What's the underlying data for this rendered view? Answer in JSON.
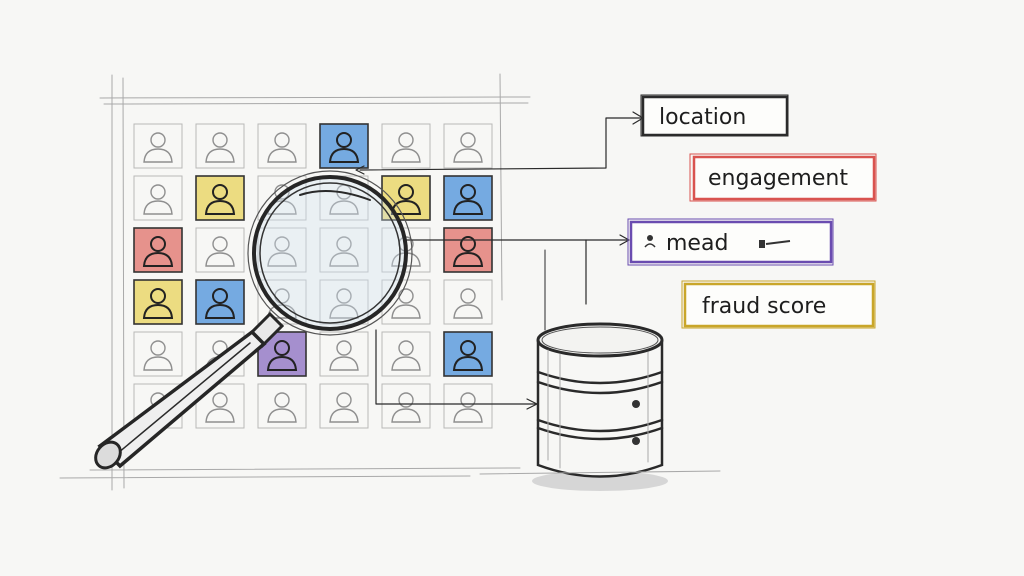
{
  "labels": {
    "location": "location",
    "engagement": "engagement",
    "mead": "mead",
    "fraud_score": "fraud score"
  },
  "colors": {
    "background": "#f7f7f5",
    "ink": "#222222",
    "location_border": "#2b2b2b",
    "engagement_border": "#d9534f",
    "mead_border": "#6a4cb0",
    "fraud_border": "#c9a62a",
    "tile_blue": "#4a90d9",
    "tile_yellow": "#e8d35a",
    "tile_red": "#e07068",
    "tile_purple": "#8a6cc0"
  },
  "icons": [
    "user-icon",
    "magnifying-glass-icon",
    "database-icon"
  ],
  "grid": {
    "rows": 6,
    "cols": 6,
    "highlighted_tiles": [
      {
        "row": 0,
        "col": 3,
        "color": "blue"
      },
      {
        "row": 1,
        "col": 1,
        "color": "yellow"
      },
      {
        "row": 1,
        "col": 4,
        "color": "yellow"
      },
      {
        "row": 1,
        "col": 5,
        "color": "blue"
      },
      {
        "row": 2,
        "col": 0,
        "color": "red"
      },
      {
        "row": 2,
        "col": 5,
        "color": "red"
      },
      {
        "row": 3,
        "col": 0,
        "color": "yellow"
      },
      {
        "row": 3,
        "col": 1,
        "color": "blue"
      },
      {
        "row": 4,
        "col": 2,
        "color": "purple"
      },
      {
        "row": 4,
        "col": 5,
        "color": "blue"
      }
    ]
  }
}
